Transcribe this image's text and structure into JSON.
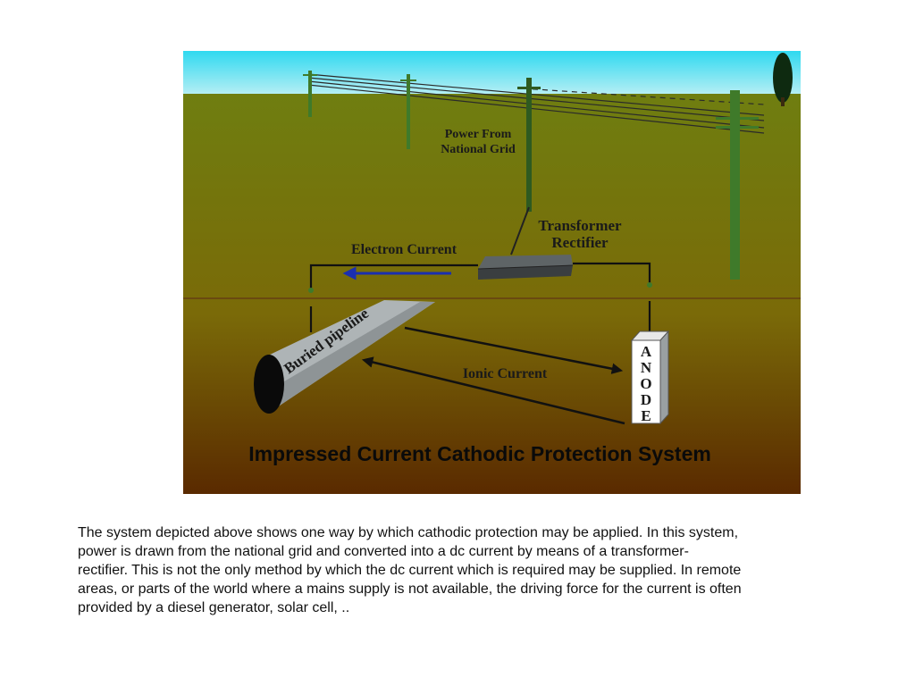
{
  "diagram": {
    "title": "Impressed Current Cathodic Protection System",
    "labels": {
      "power_line1": "Power From",
      "power_line2": "National Grid",
      "transformer_line1": "Transformer",
      "transformer_line2": "Rectifier",
      "electron_current": "Electron Current",
      "ionic_current": "Ionic Current",
      "pipeline": "Buried pipeline",
      "anode_letters": [
        "A",
        "N",
        "O",
        "D",
        "E"
      ]
    },
    "colors": {
      "sky_top": "#2fd9f0",
      "sky_bottom": "#a9ecf3",
      "ground_top": "#6e7d10",
      "ground_bottom": "#5a2a00",
      "pole": "#3f7a2a",
      "arrow_electron": "#1a2fb0",
      "pipeline_fill": "#aeb4b6"
    }
  },
  "caption": {
    "line1": "The system depicted above shows one way by which cathodic protection may be applied.  In this system,",
    "line2": "power is drawn from the national grid and converted into a dc current by means of a transformer-",
    "line3": "rectifier.  This is not the only method by which the dc current which is required may be supplied.  In remote",
    "line4": "areas, or parts of the world where a mains supply is not available, the driving force for the current is often",
    "line5": "provided by a diesel generator, solar cell, .."
  }
}
